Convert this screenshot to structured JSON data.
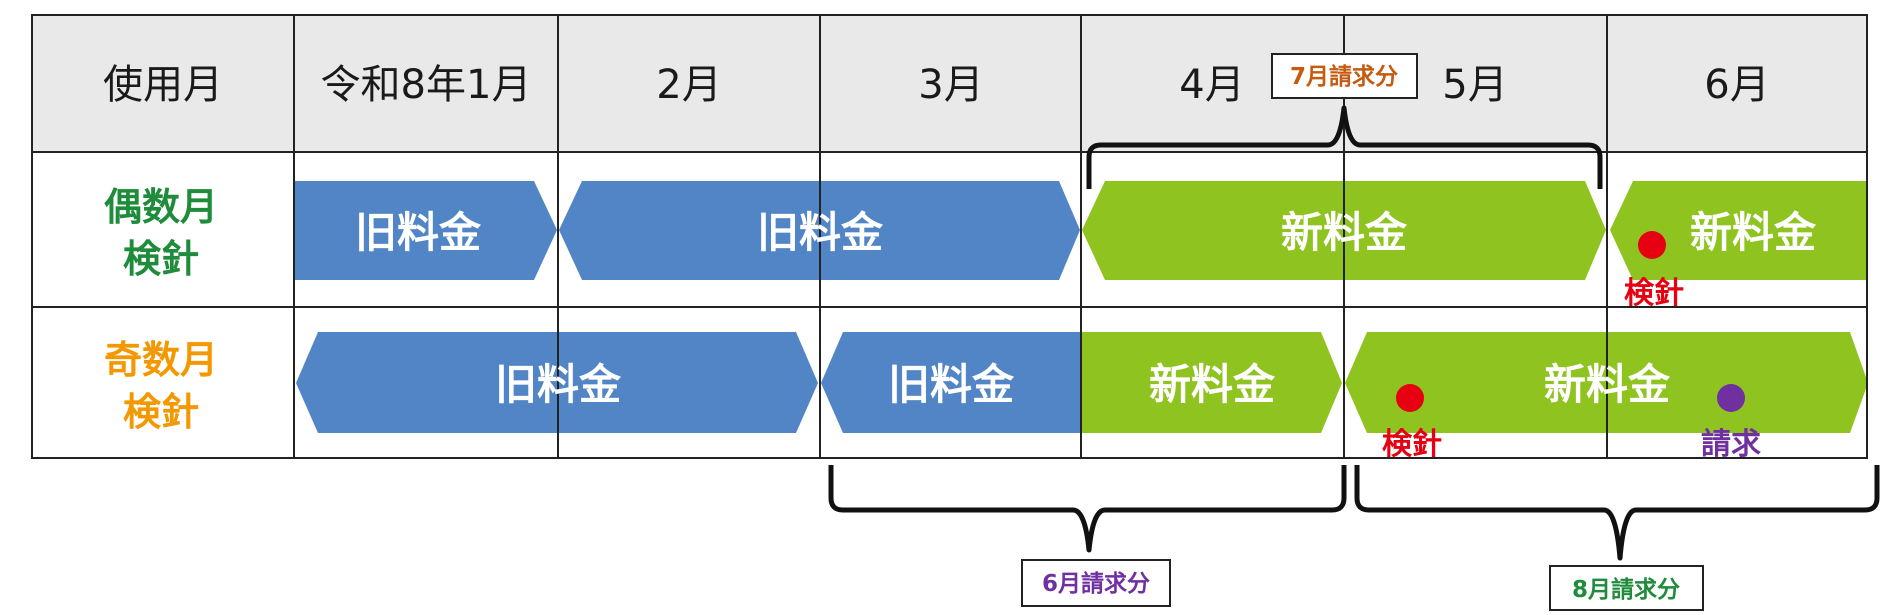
{
  "colors": {
    "header_bg": "#e9e9e9",
    "grid": "#222222",
    "old_rate": "#5285c6",
    "new_rate": "#8fc31f",
    "even_label": "#1e8c3a",
    "odd_label": "#f39800",
    "meter_dot": "#e60012",
    "bill_dot": "#7030a0",
    "july_label": "#c55a11",
    "june_label": "#7030a0",
    "august_label": "#1e8c3a"
  },
  "table": {
    "header": [
      "使用月",
      "令和8年1月",
      "2月",
      "3月",
      "4月",
      "5月",
      "6月"
    ],
    "rows": [
      {
        "label_line1": "偶数月",
        "label_line2": "検針"
      },
      {
        "label_line1": "奇数月",
        "label_line2": "検針"
      }
    ]
  },
  "bars": {
    "even": [
      {
        "text": "旧料金",
        "rate": "old"
      },
      {
        "text": "旧料金",
        "rate": "old"
      },
      {
        "text": "新料金",
        "rate": "new"
      },
      {
        "text": "新料金",
        "rate": "new"
      }
    ],
    "odd": [
      {
        "text": "旧料金",
        "rate": "old"
      },
      {
        "text": "旧料金",
        "rate": "old"
      },
      {
        "text": "新料金",
        "rate": "new"
      },
      {
        "text": "新料金",
        "rate": "new"
      }
    ]
  },
  "markers": {
    "even_meter_reading": "検針",
    "odd_meter_reading": "検針",
    "odd_billing": "請求"
  },
  "billing": {
    "july": "7月請求分",
    "june": "6月請求分",
    "august": "8月請求分"
  }
}
